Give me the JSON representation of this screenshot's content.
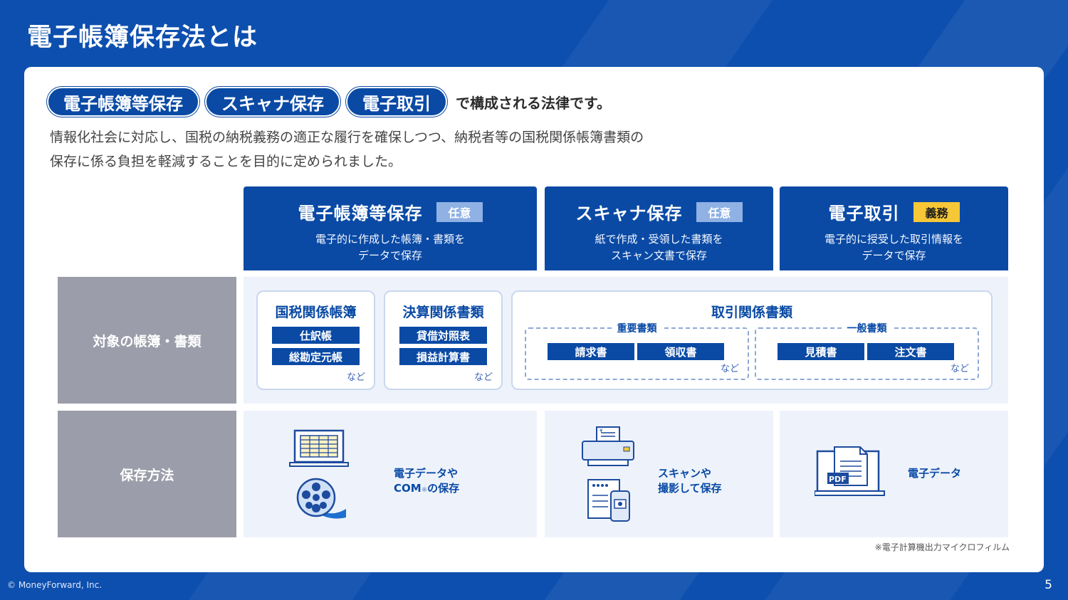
{
  "slide": {
    "title": "電子帳簿保存法とは",
    "page_number": "5",
    "copyright": "© MoneyForward, Inc."
  },
  "intro": {
    "pills": [
      "電子帳簿等保存",
      "スキャナ保存",
      "電子取引"
    ],
    "pill_suffix": "で構成される法律です。",
    "paragraph_line1": "情報化社会に対応し、国税の納税義務の適正な履行を確保しつつ、納税者等の国税関係帳簿書類の",
    "paragraph_line2": "保存に係る負担を軽減することを目的に定められました。"
  },
  "columns": [
    {
      "title": "電子帳簿等保存",
      "tag": "任意",
      "desc_line1": "電子的に作成した帳簿・書類を",
      "desc_line2": "データで保存"
    },
    {
      "title": "スキャナ保存",
      "tag": "任意",
      "desc_line1": "紙で作成・受領した書類を",
      "desc_line2": "スキャン文書で保存"
    },
    {
      "title": "電子取引",
      "tag": "義務",
      "desc_line1": "電子的に授受した取引情報を",
      "desc_line2": "データで保存"
    }
  ],
  "rows": {
    "target": "対象の帳簿・書類",
    "method": "保存方法"
  },
  "documents": {
    "tax_books": {
      "title": "国税関係帳簿",
      "items": [
        "仕訳帳",
        "総勘定元帳"
      ],
      "etc": "など"
    },
    "settlement": {
      "title": "決算関係書類",
      "items": [
        "貸借対照表",
        "損益計算書"
      ],
      "etc": "など"
    },
    "transaction": {
      "title": "取引関係書類",
      "important": {
        "title": "重要書類",
        "items": [
          "請求書",
          "領収書"
        ],
        "etc": "など"
      },
      "general": {
        "title": "一般書類",
        "items": [
          "見積書",
          "注文書"
        ],
        "etc": "など"
      }
    }
  },
  "methods": {
    "electronic_books": {
      "line1": "電子データや",
      "line2_a": "COM",
      "line2_note": "※",
      "line2_b": "の保存"
    },
    "scanner": {
      "line1": "スキャンや",
      "line2": "撮影して保存"
    },
    "transaction": {
      "line1": "電子データ",
      "pdf_label": "PDF"
    }
  },
  "footnote": "※電子計算機出力マイクロフィルム",
  "icons": [
    "laptop-spreadsheet-icon",
    "film-reel-icon",
    "scanner-printer-icon",
    "smartphone-camera-icon",
    "pdf-monitor-icon"
  ],
  "colors": {
    "brand_blue": "#0a4aa5",
    "duty_yellow": "#f6c736",
    "optional_tag": "#8fb1e3",
    "row_gray": "#9b9daa"
  }
}
